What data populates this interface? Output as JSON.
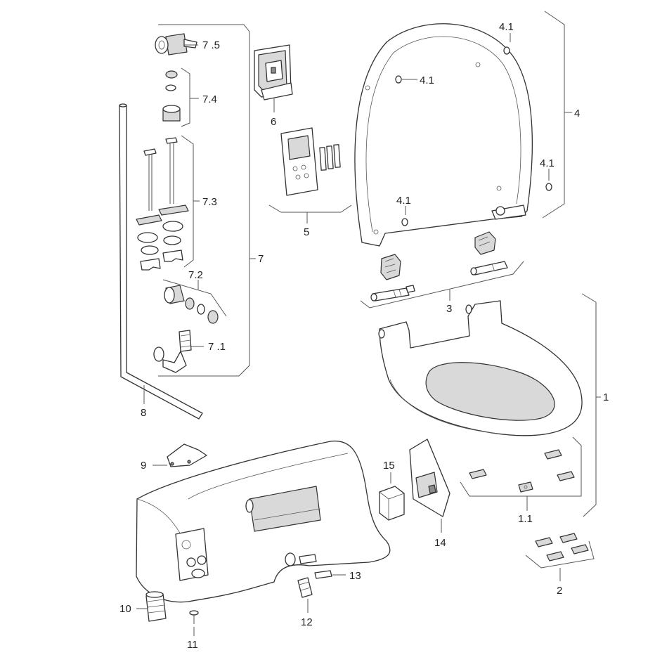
{
  "labels": {
    "l1": "1",
    "l1_1": "1.1",
    "l2": "2",
    "l3": "3",
    "l4": "4",
    "l4_1a": "4.1",
    "l4_1b": "4.1",
    "l4_1c": "4.1",
    "l4_1d": "4.1",
    "l5": "5",
    "l6": "6",
    "l7": "7",
    "l7_1": "7 .1",
    "l7_2": "7.2",
    "l7_3": "7.3",
    "l7_4": "7.4",
    "l7_5": "7 .5",
    "l8": "8",
    "l9": "9",
    "l10": "10",
    "l11": "11",
    "l12": "12",
    "l13": "13",
    "l14": "14",
    "l15": "15"
  },
  "colors": {
    "line": "#333333",
    "shade": "#d9d9d9",
    "background": "#ffffff"
  }
}
